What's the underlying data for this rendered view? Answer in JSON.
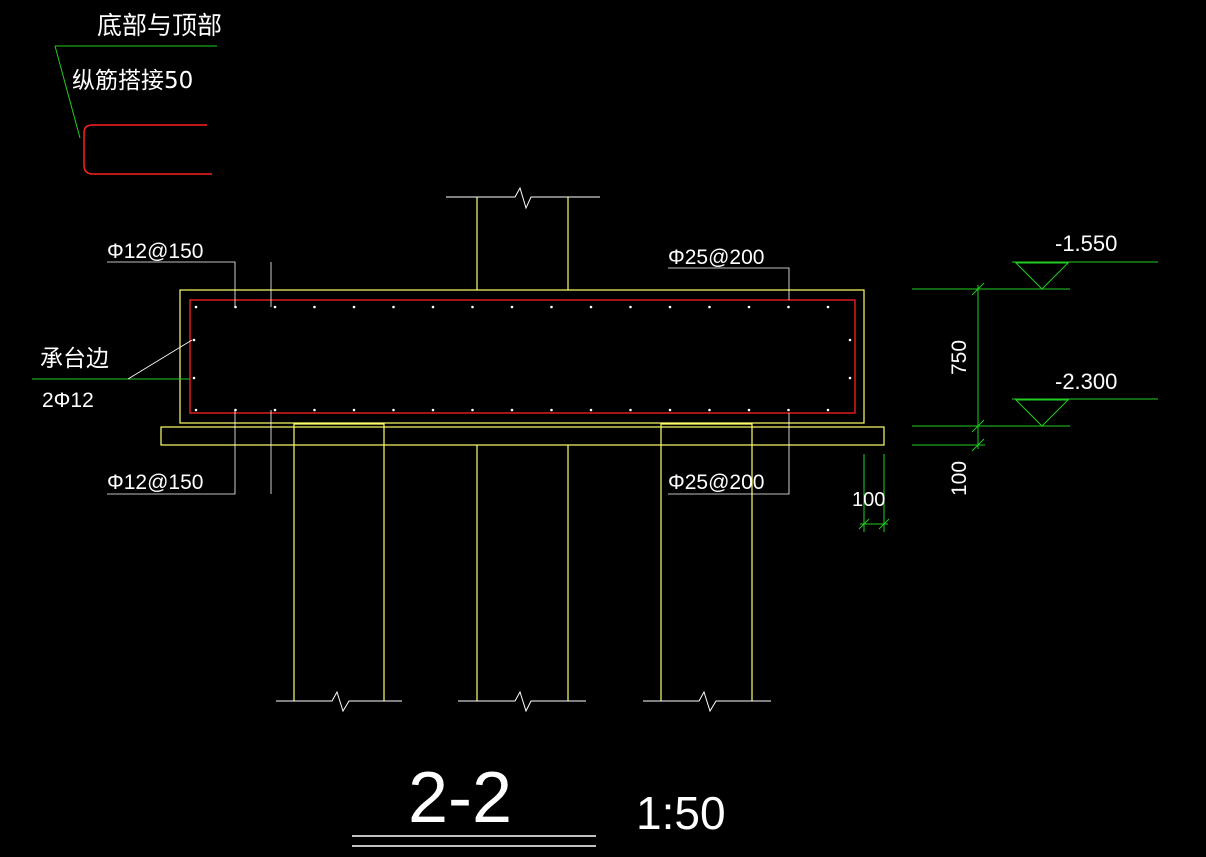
{
  "colors": {
    "background": "#000000",
    "outline": "#ffff66",
    "rebar": "#ff2020",
    "dimension": "#22cc22",
    "leader": "#ffffff",
    "text": "#ffffff"
  },
  "notes": {
    "bottom_top": "底部与顶部",
    "lap_splice": "纵筋搭接50"
  },
  "rebar_labels": {
    "top_left": "Φ12@150",
    "top_right": "Φ25@200",
    "bottom_left": "Φ12@150",
    "bottom_right": "Φ25@200",
    "edge_note": "承台边",
    "side_bars": "2Φ12"
  },
  "elevations": {
    "top": "-1.550",
    "bottom": "-2.300"
  },
  "dimensions": {
    "height": "750",
    "bedding": "100",
    "offset": "100"
  },
  "section": {
    "title": "2-2",
    "scale": "1:50"
  }
}
